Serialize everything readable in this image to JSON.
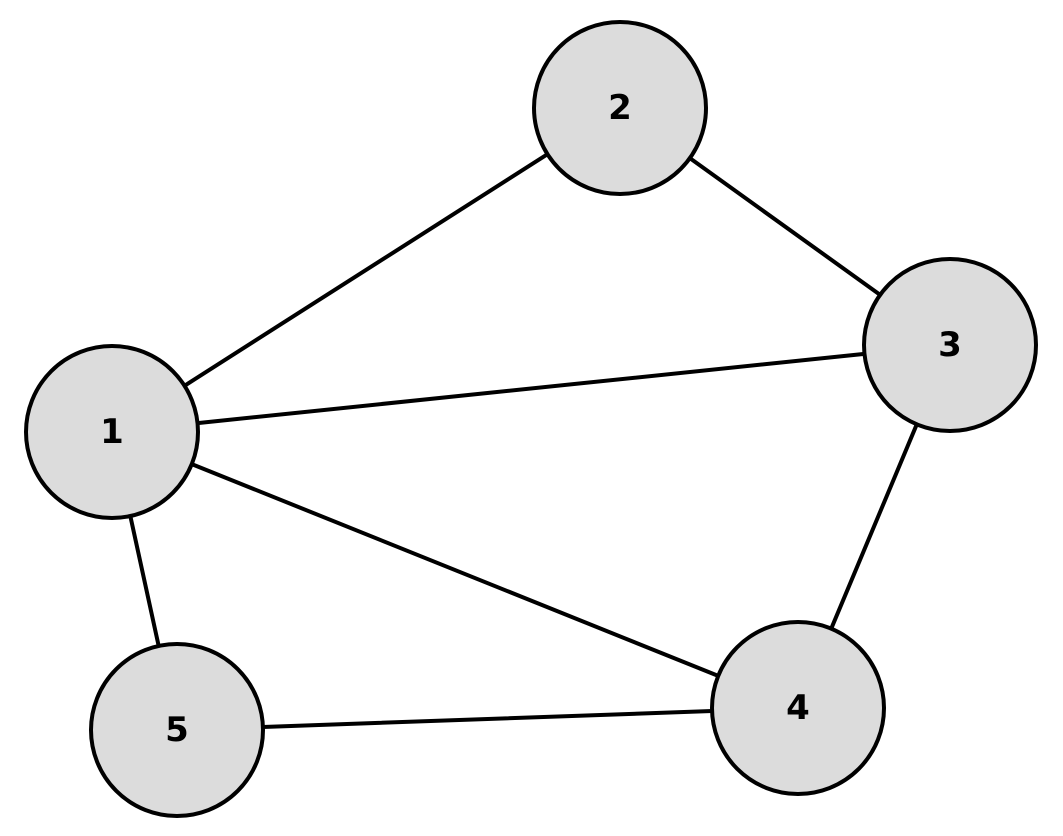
{
  "graph": {
    "nodes": [
      {
        "id": "1",
        "label": "1"
      },
      {
        "id": "2",
        "label": "2"
      },
      {
        "id": "3",
        "label": "3"
      },
      {
        "id": "4",
        "label": "4"
      },
      {
        "id": "5",
        "label": "5"
      }
    ],
    "edges": [
      {
        "from": "1",
        "to": "2"
      },
      {
        "from": "2",
        "to": "3"
      },
      {
        "from": "1",
        "to": "3"
      },
      {
        "from": "3",
        "to": "4"
      },
      {
        "from": "1",
        "to": "4"
      },
      {
        "from": "1",
        "to": "5"
      },
      {
        "from": "5",
        "to": "4"
      }
    ],
    "colors": {
      "node_fill": "#dcdcdc",
      "node_stroke": "#000000",
      "edge": "#000000",
      "label": "#000000"
    }
  }
}
